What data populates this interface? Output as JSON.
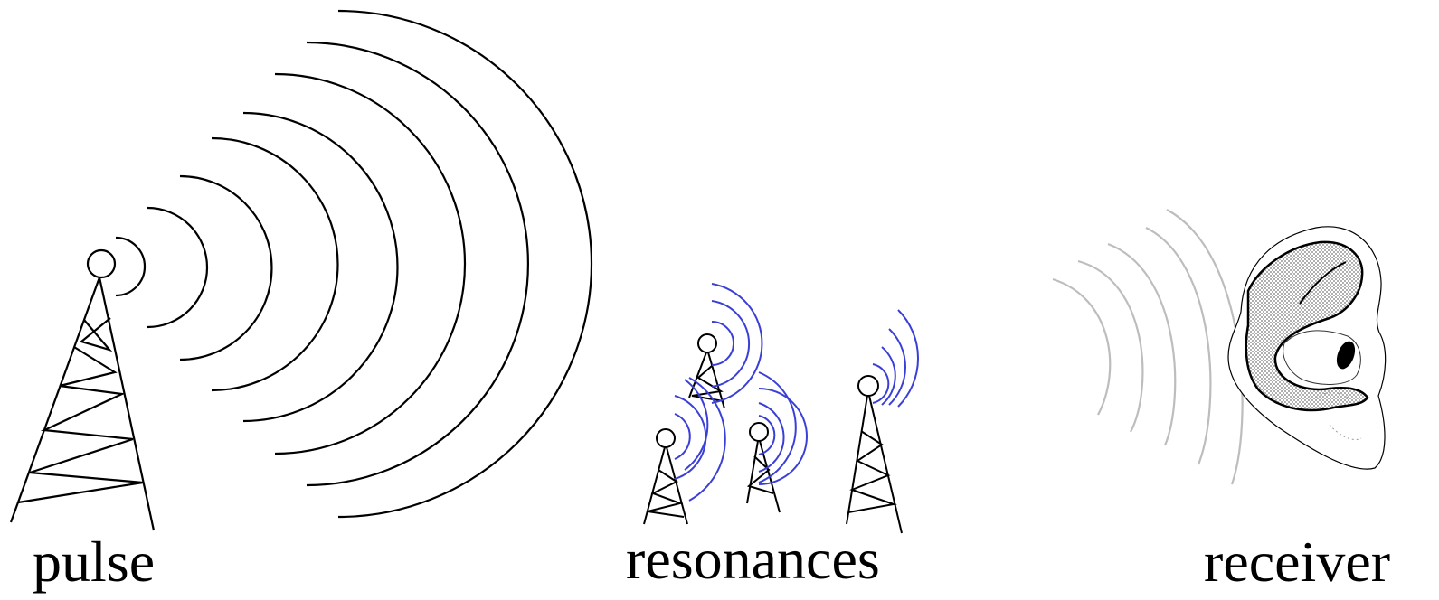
{
  "labels": {
    "pulse": "pulse",
    "resonances": "resonances",
    "receiver": "receiver"
  },
  "colors": {
    "ink": "#000000",
    "resonance_waves": "#3a3fd6",
    "received_waves": "#bdbdbd",
    "ear_shading": "#8a8a8a",
    "background": "#ffffff"
  },
  "icons": [
    "transmitter-tower-icon",
    "resonator-tower-icon",
    "ear-icon"
  ]
}
